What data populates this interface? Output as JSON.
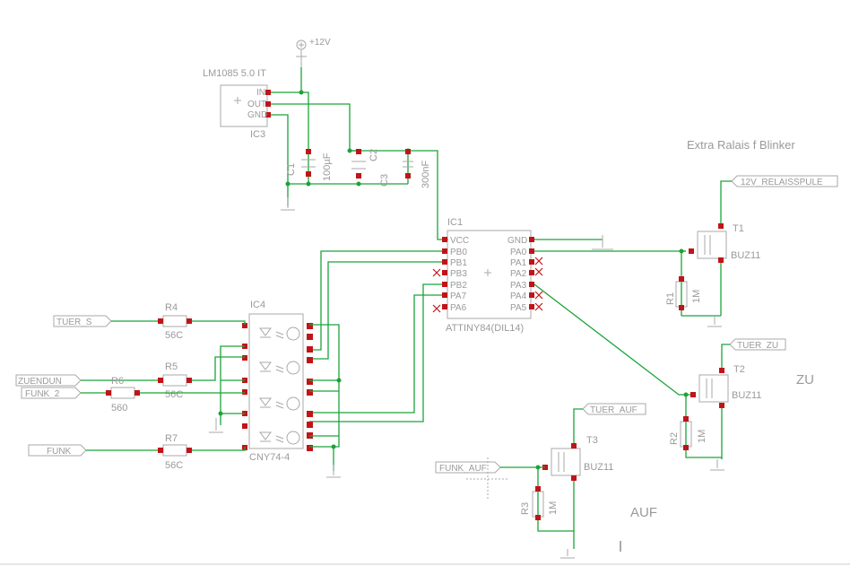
{
  "colors": {
    "wire": "#1ba33a",
    "pad": "#c01418",
    "symbol": "#a8a8a8",
    "text": "#9a9a9a"
  },
  "supply": {
    "label": "+12V"
  },
  "ic3": {
    "part": "LM1085 5.0 IT",
    "name": "IC3",
    "pins": [
      "IN",
      "OUT",
      "GND"
    ]
  },
  "caps": {
    "c1": "C1",
    "c1_value": "100µF",
    "c2": "C2",
    "c3": "C3",
    "c3_value": "300nF"
  },
  "ic1": {
    "name": "IC1",
    "part": "ATTINY84(DIL14)",
    "left_pins": [
      "VCC",
      "PB0",
      "PB1",
      "PB3",
      "PB2",
      "PA7",
      "PA6"
    ],
    "right_pins": [
      "GND",
      "PA0",
      "PA1",
      "PA2",
      "PA3",
      "PA4",
      "PA5"
    ]
  },
  "ic4": {
    "name": "IC4",
    "part": "CNY74-4"
  },
  "resistors": {
    "r4": "R4",
    "r4_value": "56C",
    "r5": "R5",
    "r5_value": "56C",
    "r6": "R6",
    "r6_value": "560",
    "r7": "R7",
    "r7_value": "56C",
    "r1": "R1",
    "r1_value": "1M",
    "r2": "R2",
    "r2_value": "1M",
    "r3": "R3",
    "r3_value": "1M"
  },
  "transistors": {
    "t1": "T1",
    "t2": "T2",
    "t3": "T3",
    "type": "BUZ11"
  },
  "nets": {
    "tuer_s": "TUER_S",
    "zuendung": "ZUENDUN",
    "funk_2": "FUNK_2",
    "funk": "FUNK",
    "funk_auf": "FUNK_AUF",
    "tuer_auf": "TUER_AUF",
    "tuer_zu": "TUER_ZU",
    "relais": "12V_RELAISSPULE"
  },
  "notes": {
    "extra": "Extra Ralais f Blinker",
    "zu": "ZU",
    "auf": "AUF"
  }
}
